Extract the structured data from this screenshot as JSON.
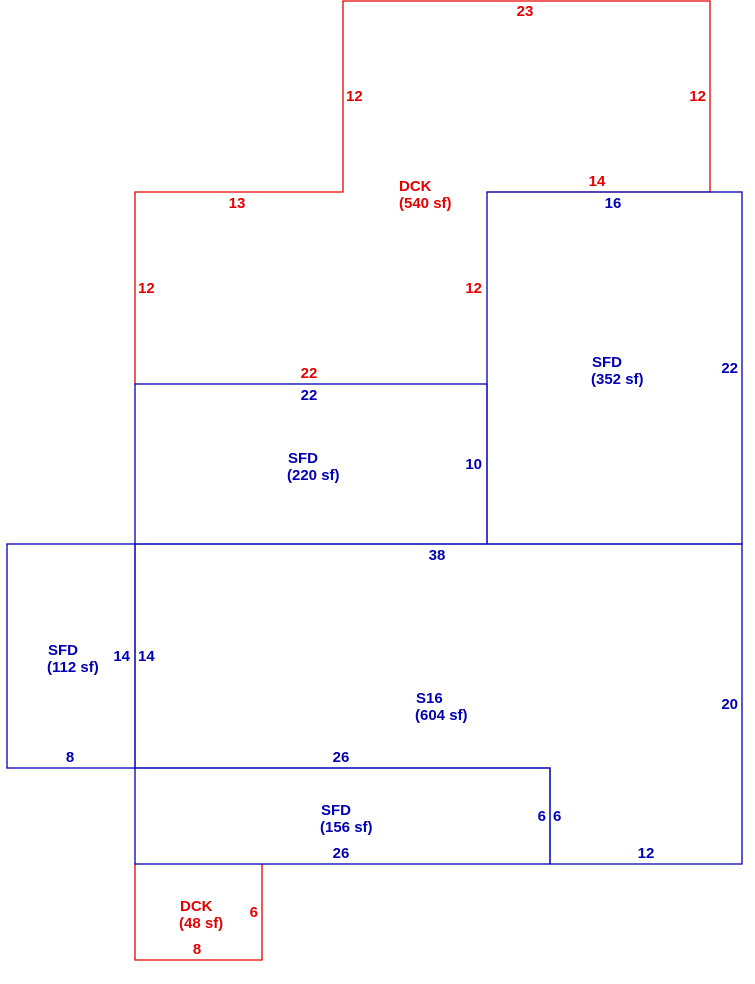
{
  "colors": {
    "deck": "#e60000",
    "structure": "#0000b4"
  },
  "areas": [
    {
      "code": "DCK",
      "area": "(540 sf)"
    },
    {
      "code": "SFD",
      "area": "(352 sf)"
    },
    {
      "code": "SFD",
      "area": "(220 sf)"
    },
    {
      "code": "SFD",
      "area": "(112 sf)"
    },
    {
      "code": "S16",
      "area": "(604 sf)"
    },
    {
      "code": "SFD",
      "area": "(156 sf)"
    },
    {
      "code": "DCK",
      "area": "(48 sf)"
    }
  ],
  "dimensions": {
    "deck_top": "23",
    "deck_upper_left": "12",
    "deck_upper_right": "12",
    "deck_mid_top": "14",
    "deck_step": "13",
    "deck_left": "12",
    "deck_inner_right": "12",
    "deck_bottom": "22",
    "sfd352_top": "16",
    "sfd352_right": "22",
    "sfd220_top": "22",
    "sfd220_right": "10",
    "s16_top": "38",
    "sfd112_right": "14",
    "s16_left": "14",
    "s16_right": "20",
    "sfd112_bottom": "8",
    "sfd156_top": "26",
    "sfd156_right": "6",
    "s16_notch_left": "6",
    "sfd156_bottom": "26",
    "s16_bottom": "12",
    "dck48_right": "6",
    "dck48_bottom": "8"
  }
}
